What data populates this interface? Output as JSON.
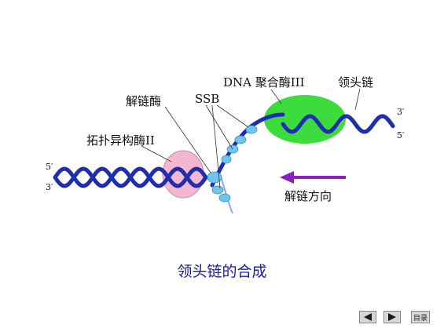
{
  "labels": {
    "dna_polymerase": "DNA 聚合酶III",
    "leading_strand": "领头链",
    "helicase": "解链酶",
    "ssb": "SSB",
    "topoisomerase": "拓扑异构酶II",
    "unwinding_direction": "解链方向",
    "right_3": "3′",
    "right_5": "5′",
    "left_5": "5′",
    "left_3": "3′"
  },
  "caption": "领头链的合成",
  "nav": {
    "prev_icon": "triangle-left-icon",
    "next_icon": "triangle-right-icon",
    "menu_label": "目录"
  },
  "colors": {
    "parent_strand": "#1f2db0",
    "new_strand": "#f2d21a",
    "polymerase": "#3ddc3d",
    "topoisomerase": "#f3b8cf",
    "ssb": "#6ec6ec",
    "arrow": "#8a1fc4",
    "caption": "#1a1aa6"
  }
}
